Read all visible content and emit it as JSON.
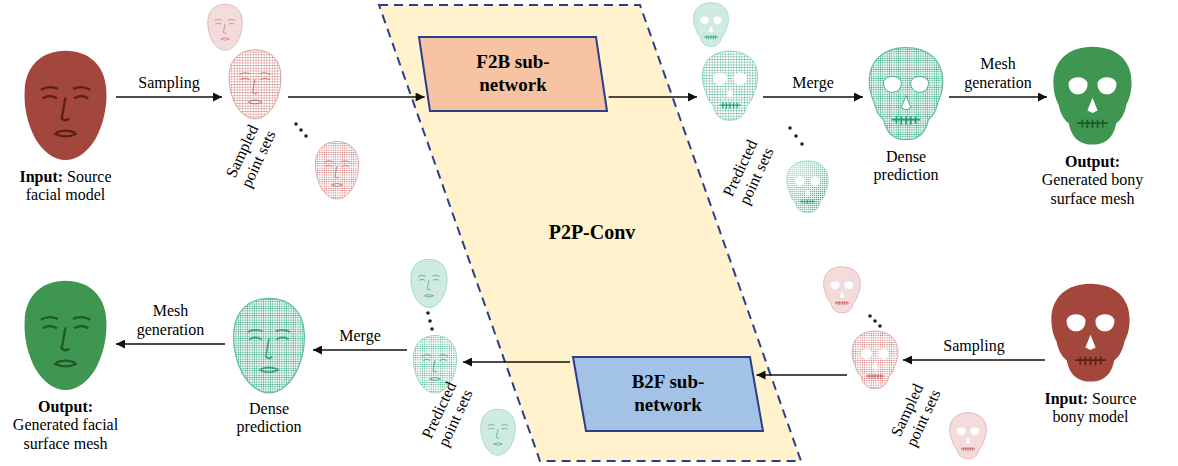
{
  "diagram": {
    "nodes": [
      {
        "text": [
          "Input: Source facial model"
        ]
      },
      {
        "text": [
          "Sampled point sets"
        ]
      },
      {
        "text": [
          "P2P-Conv"
        ]
      },
      {
        "text": [
          "F2B sub-network"
        ],
        "in": 2
      },
      {
        "text": [
          "Predicted point sets"
        ]
      },
      {
        "text": [
          "Dense prediction"
        ]
      },
      {
        "text": [
          "Output: Generated bony surface mesh"
        ]
      },
      {
        "text": [
          "Output: Generated facial surface mesh"
        ]
      },
      {
        "text": [
          "Dense prediction"
        ]
      },
      {
        "text": [
          "Predicted point sets"
        ]
      },
      {
        "text": [
          "B2F sub-network"
        ],
        "in": 2
      },
      {
        "text": [
          "Sampled point sets"
        ]
      },
      {
        "text": [
          "Input: Source bony model"
        ]
      }
    ],
    "edges": [
      {
        "from": 0,
        "to": 1,
        "arrow": "to",
        "label": "Sampling"
      },
      {
        "from": 1,
        "to": 3,
        "arrow": "to"
      },
      {
        "from": 3,
        "to": 4,
        "arrow": "to"
      },
      {
        "from": 4,
        "to": 5,
        "arrow": "to",
        "label": "Merge"
      },
      {
        "from": 5,
        "to": 6,
        "arrow": "to",
        "label": "Mesh generation"
      },
      {
        "from": 12,
        "to": 11,
        "arrow": "to",
        "label": "Sampling"
      },
      {
        "from": 11,
        "to": 10,
        "arrow": "to"
      },
      {
        "from": 10,
        "to": 9,
        "arrow": "to"
      },
      {
        "from": 9,
        "to": 8,
        "arrow": "to",
        "label": "Merge"
      },
      {
        "from": 8,
        "to": 7,
        "arrow": "to",
        "label": "Mesh generation"
      }
    ]
  }
}
